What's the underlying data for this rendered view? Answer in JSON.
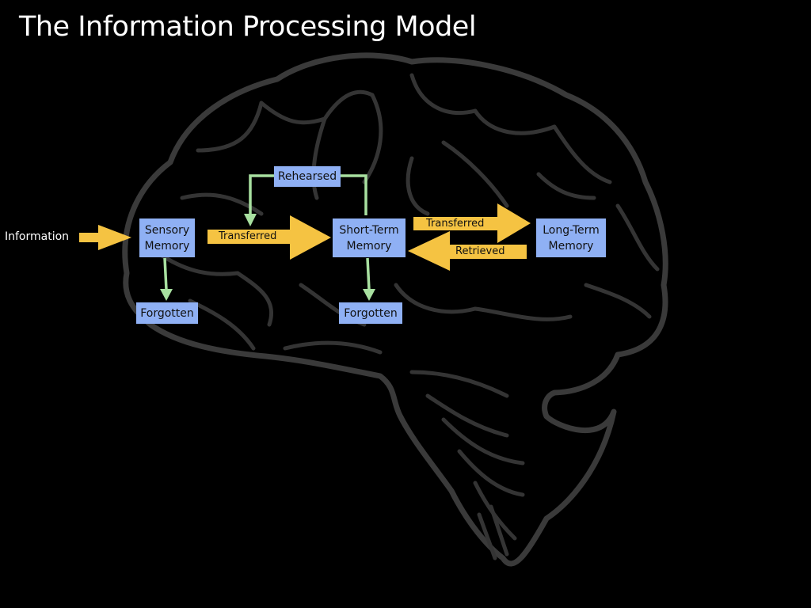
{
  "title": "The Information Processing Model",
  "colors": {
    "background": "#000000",
    "box_fill": "#8fb0f4",
    "transfer_arrow": "#f5c342",
    "loss_arrow": "#a8e0a0",
    "brain_outline": "#3a3a3a"
  },
  "background_image": "brain-outline-icon",
  "input": "Information",
  "boxes": {
    "sensory": [
      "Sensory",
      "Memory"
    ],
    "short_term": [
      "Short-Term",
      "Memory"
    ],
    "long_term": [
      "Long-Term",
      "Memory"
    ],
    "forgotten_sensory": "Forgotten",
    "forgotten_short_term": "Forgotten",
    "rehearsed": "Rehearsed"
  },
  "arrows": {
    "sensory_to_short_term": "Transferred",
    "short_to_long_term": "Transferred",
    "long_to_short_term": "Retrieved"
  }
}
